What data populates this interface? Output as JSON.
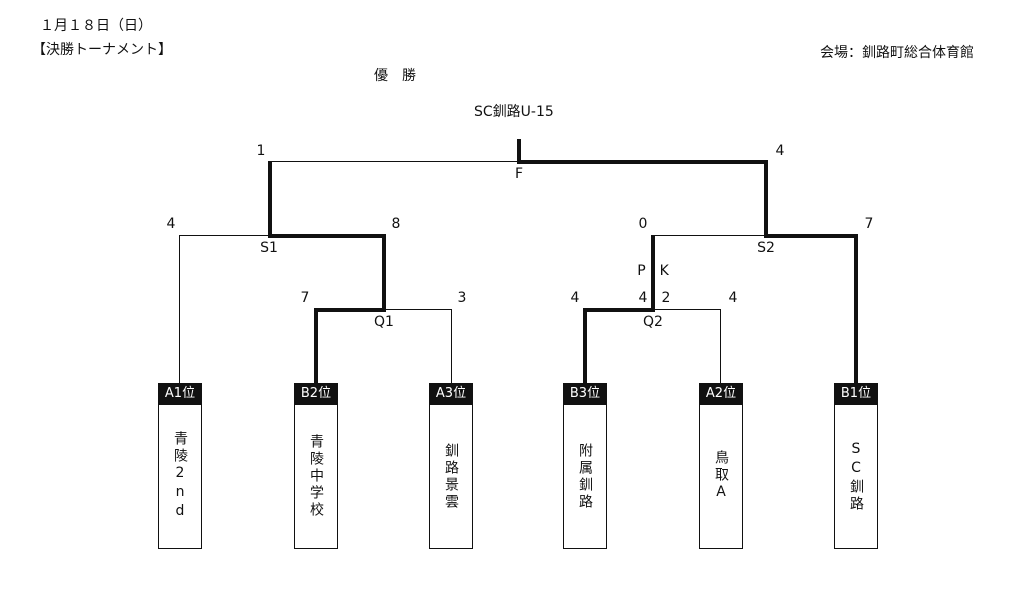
{
  "header": {
    "date": "１月１８日（日）",
    "section": "【決勝トーナメント】",
    "venue": "会場：釧路町総合体育館"
  },
  "result": {
    "champion_label": "優　勝",
    "champion": "SC釧路U-15"
  },
  "final": {
    "code": "F",
    "score_left": "1",
    "score_right": "4"
  },
  "semis": [
    {
      "code": "S1",
      "score_left": "4",
      "score_right": "8"
    },
    {
      "code": "S2",
      "score_left": "0",
      "score_right": "7"
    }
  ],
  "quarters": [
    {
      "code": "Q1",
      "score_left": "7",
      "score_right": "3"
    },
    {
      "code": "Q2",
      "score_left": "4",
      "score_right": "4",
      "pk_label": "P　K",
      "pk_left": "4",
      "pk_right": "2"
    }
  ],
  "teams": [
    {
      "rank": "A1位",
      "name": "青陵2nd"
    },
    {
      "rank": "B2位",
      "name": "青陵中学校"
    },
    {
      "rank": "A3位",
      "name": "釧路景雲"
    },
    {
      "rank": "B3位",
      "name": "附属釧路"
    },
    {
      "rank": "A2位",
      "name": "鳥取A"
    },
    {
      "rank": "B1位",
      "name": "SC釧路"
    }
  ]
}
